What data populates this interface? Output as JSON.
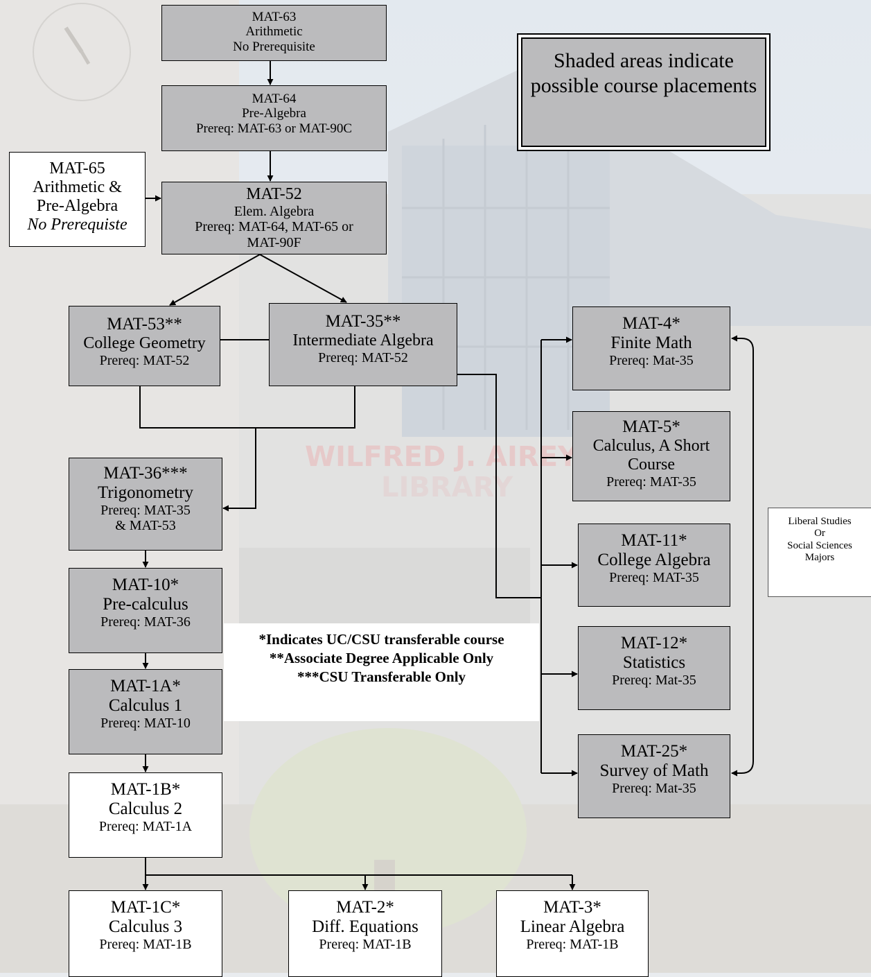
{
  "legend": {
    "text": "Shaded areas indicate possible course placements"
  },
  "notes": [
    "*Indicates UC/CSU transferable course",
    "**Associate Degree Applicable Only",
    "***CSU Transferable Only"
  ],
  "majors": [
    "Liberal Studies",
    "Or",
    "Social Sciences",
    "Majors"
  ],
  "background": {
    "watermark": [
      "WILFRED J. AIREY",
      "LIBRARY"
    ]
  },
  "courses": {
    "mat63": {
      "code": "MAT-63",
      "title": "Arithmetic",
      "prereq": "No Prerequisite",
      "shaded": true
    },
    "mat64": {
      "code": "MAT-64",
      "title": "Pre-Algebra",
      "prereq": "Prereq: MAT-63 or MAT-90C",
      "shaded": true
    },
    "mat65": {
      "code": "MAT-65",
      "title": "Arithmetic &",
      "title2": "Pre-Algebra",
      "prereq": "No Prerequiste",
      "shaded": false
    },
    "mat52": {
      "code": "MAT-52",
      "title": "Elem. Algebra",
      "prereq": "Prereq: MAT-64, MAT-65 or",
      "prereq2": "MAT-90F",
      "shaded": true
    },
    "mat53": {
      "code": "MAT-53**",
      "title": "College Geometry",
      "prereq": "Prereq: MAT-52",
      "shaded": true
    },
    "mat35": {
      "code": "MAT-35**",
      "title": "Intermediate Algebra",
      "prereq": "Prereq: MAT-52",
      "shaded": true
    },
    "mat36": {
      "code": "MAT-36***",
      "title": "Trigonometry",
      "prereq": "Prereq: MAT-35",
      "prereq2": "& MAT-53",
      "shaded": true
    },
    "mat10": {
      "code": "MAT-10*",
      "title": "Pre-calculus",
      "prereq": "Prereq: MAT-36",
      "shaded": true
    },
    "mat1a": {
      "code": "MAT-1A*",
      "title": "Calculus 1",
      "prereq": "Prereq: MAT-10",
      "shaded": true
    },
    "mat1b": {
      "code": "MAT-1B*",
      "title": "Calculus 2",
      "prereq": "Prereq: MAT-1A",
      "shaded": false
    },
    "mat1c": {
      "code": "MAT-1C*",
      "title": "Calculus 3",
      "prereq": "Prereq: MAT-1B",
      "shaded": false
    },
    "mat2": {
      "code": "MAT-2*",
      "title": "Diff. Equations",
      "prereq": "Prereq: MAT-1B",
      "shaded": false
    },
    "mat3": {
      "code": "MAT-3*",
      "title": "Linear Algebra",
      "prereq": "Prereq: MAT-1B",
      "shaded": false
    },
    "mat4": {
      "code": "MAT-4*",
      "title": "Finite Math",
      "prereq": "Prereq: Mat-35",
      "shaded": true
    },
    "mat5": {
      "code": "MAT-5*",
      "title": "Calculus, A Short",
      "title2": "Course",
      "prereq": "Prereq: MAT-35",
      "shaded": true
    },
    "mat11": {
      "code": "MAT-11*",
      "title": "College Algebra",
      "prereq": "Prereq: MAT-35",
      "shaded": true
    },
    "mat12": {
      "code": "MAT-12*",
      "title": "Statistics",
      "prereq": "Prereq: Mat-35",
      "shaded": true
    },
    "mat25": {
      "code": "MAT-25*",
      "title": "Survey of Math",
      "prereq": "Prereq: Mat-35",
      "shaded": true
    }
  }
}
